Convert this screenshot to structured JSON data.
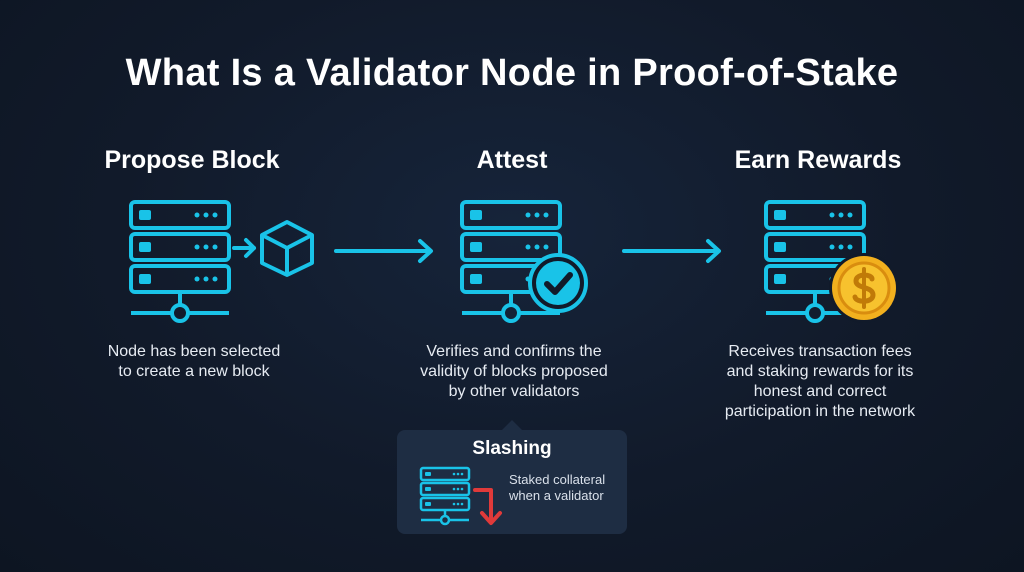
{
  "title": "What Is a Validator Node in Proof-of-Stake",
  "colors": {
    "accent": "#19c3e8",
    "background": "#111a2a",
    "card": "#1e2d43",
    "coin": "#f2b01e",
    "alert": "#e03a3a"
  },
  "steps": [
    {
      "title": "Propose Block",
      "description": [
        "Node has been selected",
        "to create a new block"
      ],
      "icons": [
        "server-stack-icon",
        "cube-icon"
      ]
    },
    {
      "title": "Attest",
      "description": [
        "Verifies and confirms the",
        "validity of blocks proposed",
        "by other validators"
      ],
      "icons": [
        "server-stack-icon",
        "check-circle-icon"
      ]
    },
    {
      "title": "Earn Rewards",
      "description": [
        "Receives transaction fees",
        "and staking rewards for its",
        "honest and correct",
        "participation in the network"
      ],
      "icons": [
        "server-stack-icon",
        "dollar-coin-icon"
      ]
    }
  ],
  "slashing": {
    "title": "Slashing",
    "description": [
      "Staked collateral",
      "when a validator"
    ],
    "icons": [
      "server-stack-icon",
      "down-arrow-icon"
    ]
  }
}
